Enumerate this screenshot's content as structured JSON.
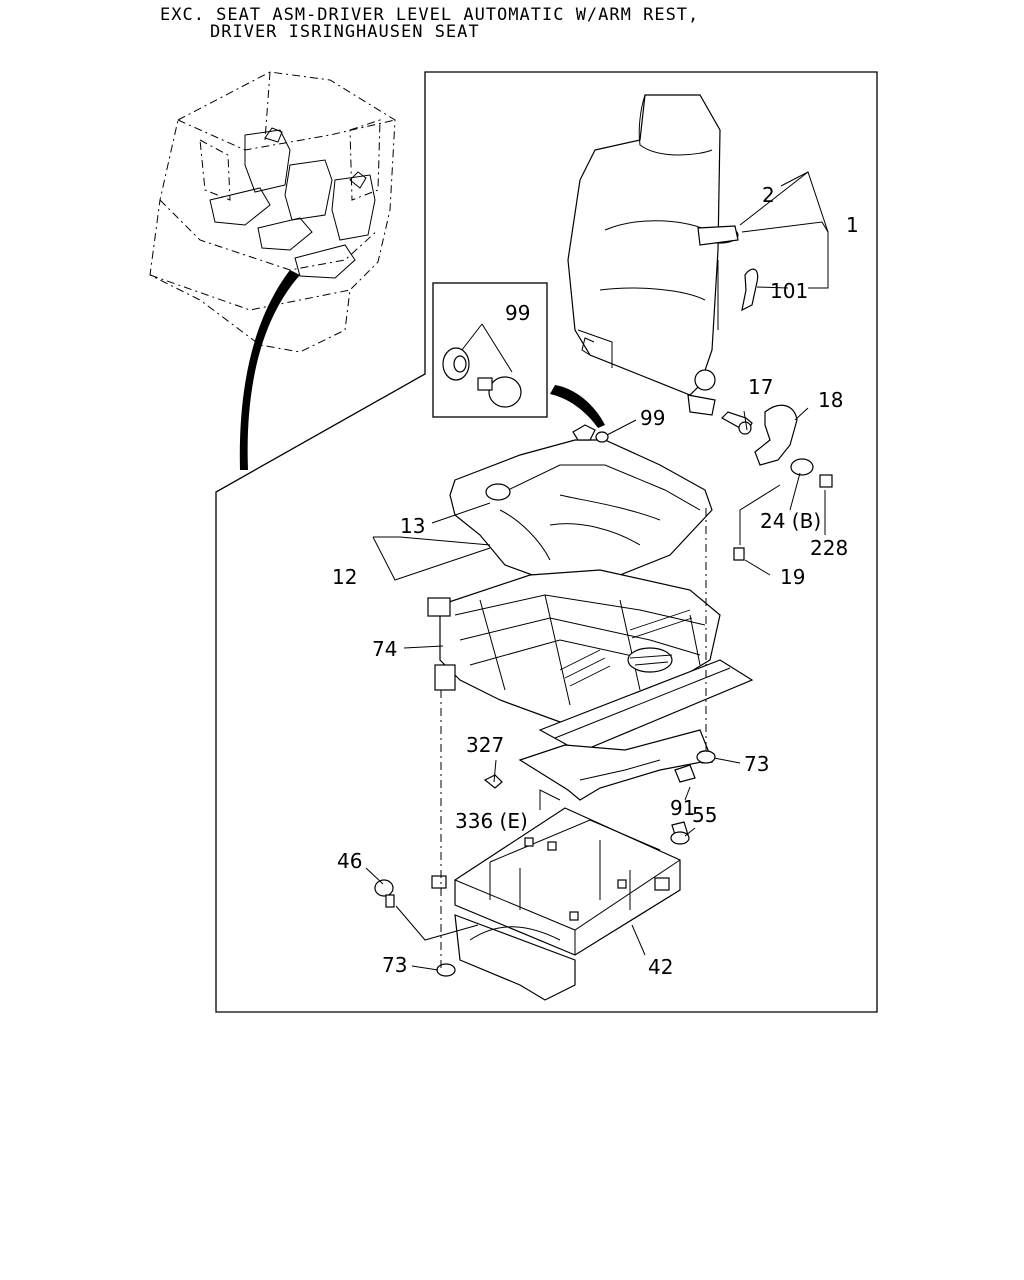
{
  "title": {
    "line1": "EXC. SEAT ASM-DRIVER LEVEL AUTOMATIC W/ARM REST,",
    "line2": "DRIVER ISRINGHAUSEN SEAT"
  },
  "callouts": {
    "p1": "1",
    "p2": "2",
    "p101": "101",
    "p99a": "99",
    "p99b": "99",
    "p17": "17",
    "p18": "18",
    "p13": "13",
    "p12": "12",
    "p24b": "24 (B)",
    "p228": "228",
    "p19": "19",
    "p74": "74",
    "p327": "327",
    "p73a": "73",
    "p91": "91",
    "p336e": "336 (E)",
    "p55": "55",
    "p46": "46",
    "p73b": "73",
    "p42": "42"
  }
}
